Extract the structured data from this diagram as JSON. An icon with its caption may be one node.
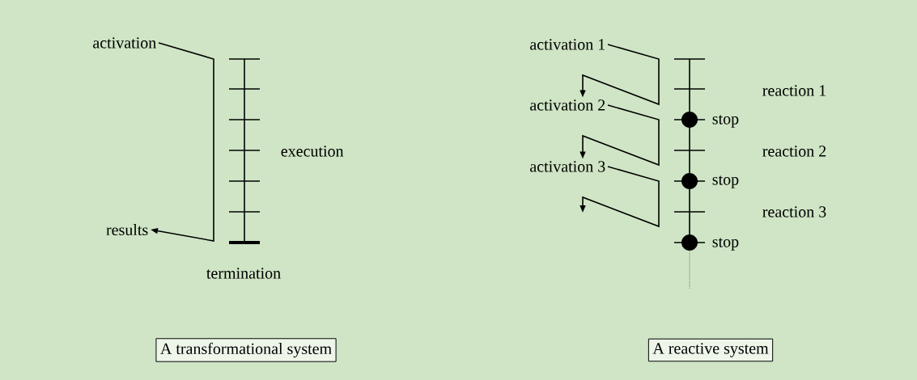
{
  "diagram": {
    "nodes": [
      {
        "text": [
          "activation"
        ]
      },
      {
        "text": [
          "results"
        ]
      },
      {
        "text": [
          "activation 1"
        ]
      },
      {
        "text": [
          "activation 2"
        ]
      },
      {
        "text": [
          "activation 3"
        ]
      },
      {
        "text": [
          "A transformational system"
        ]
      },
      {
        "text": [
          "A reactive system"
        ]
      }
    ],
    "edges": [
      {
        "from": 0,
        "to": 1,
        "arrow": "to"
      },
      {
        "from": 2,
        "to": 3,
        "arrow": "to"
      },
      {
        "from": 3,
        "to": 4,
        "arrow": "to"
      },
      {
        "from": 4,
        "to": null,
        "arrow": "to"
      }
    ],
    "labels": [
      "execution",
      "termination",
      "reaction 1",
      "stop",
      "reaction 2",
      "stop",
      "reaction 3",
      "stop"
    ]
  }
}
